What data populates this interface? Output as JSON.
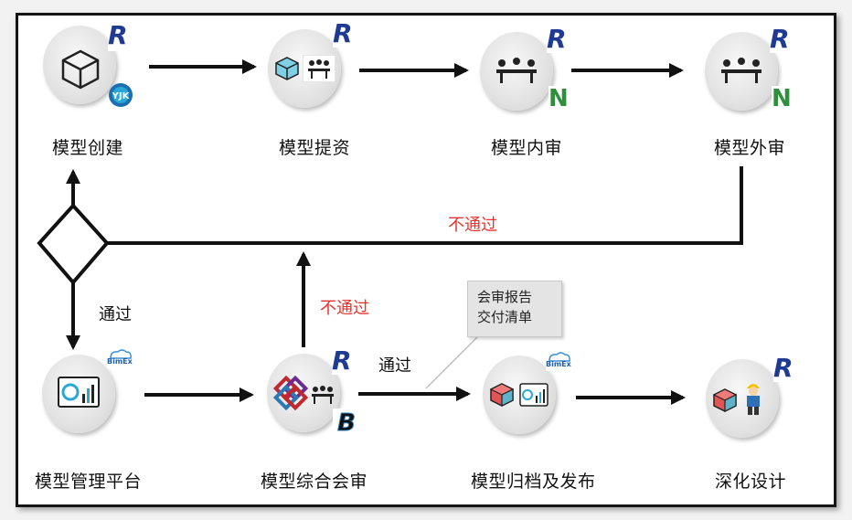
{
  "nodes": {
    "create": {
      "label": "模型创建"
    },
    "submit": {
      "label": "模型提资"
    },
    "internal": {
      "label": "模型内审"
    },
    "external": {
      "label": "模型外审"
    },
    "platform": {
      "label": "模型管理平台"
    },
    "joint": {
      "label": "模型综合会审"
    },
    "archive": {
      "label": "模型归档及发布"
    },
    "detail": {
      "label": "深化设计"
    }
  },
  "edges": {
    "fail_top": "不通过",
    "fail_mid": "不通过",
    "pass_left": "通过",
    "pass_mid": "通过"
  },
  "callout": {
    "line1": "会审报告",
    "line2": "交付清单"
  },
  "badges": {
    "revit": "R",
    "navisworks": "N",
    "bimex": "BimEx"
  },
  "colors": {
    "revit": "#1f3a93",
    "navisworks": "#2f8f3b",
    "fail_text": "#e8312c",
    "line": "#111111"
  }
}
